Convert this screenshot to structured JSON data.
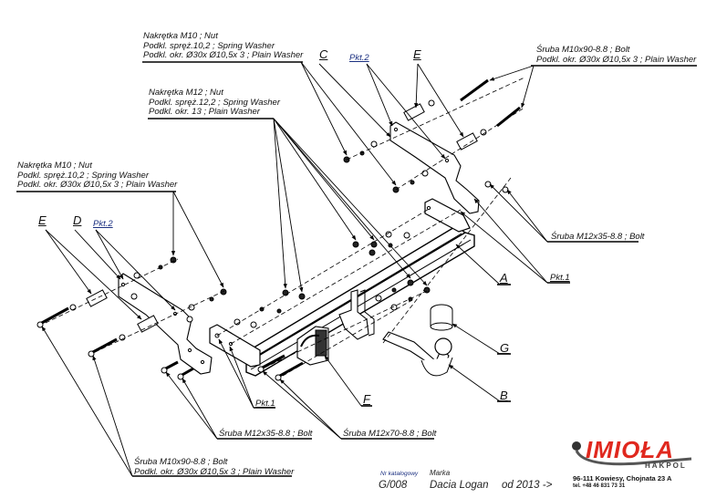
{
  "callouts": {
    "nut_m10_top": {
      "line1": "Nakrętka  M10 ; Nut",
      "line2": "Podkl. spręż.10,2 ; Spring Washer",
      "line3": "Podkl. okr.  Ø30x Ø10,5x 3 ; Plain Washer"
    },
    "nut_m12": {
      "line1": "Nakrętka  M12 ; Nut",
      "line2": "Podkl. spręż.12,2 ; Spring Washer",
      "line3": "Podkl. okr. 13 ; Plain Washer"
    },
    "bolt_m10_top_right": {
      "line1": "Śruba M10x90-8.8 ;  Bolt",
      "line2": "Podkl. okr.  Ø30x Ø10,5x 3 ; Plain Washer"
    },
    "nut_m10_left": {
      "line1": "Nakrętka  M10 ; Nut",
      "line2": "Podkl. spręż.10,2 ; Spring Washer",
      "line3": "Podkl. okr.  Ø30x Ø10,5x 3 ; Plain Washer"
    },
    "bolt_m12x35_right": "Śruba M12x35-8.8 ;  Bolt",
    "bolt_m12x35_bottom": "Śruba M12x35-8.8 ;  Bolt",
    "bolt_m12x70": "Śruba M12x70-8.8 ;  Bolt",
    "bolt_m10_bottom_left": {
      "line1": "Śruba M10x90-8.8 ;  Bolt",
      "line2": "Podkl. okr.  Ø30x Ø10,5x 3 ; Plain Washer"
    }
  },
  "part_letters": {
    "top_c": "C",
    "top_e": "E",
    "left_e": "E",
    "left_d": "D",
    "a": "A",
    "g": "G",
    "b": "B",
    "f": "F"
  },
  "points": {
    "pkt2_top": "Pkt.2",
    "pkt2_left": "Pkt.2",
    "pkt1_right": "Pkt.1",
    "pkt1_bottom": "Pkt.1"
  },
  "footer": {
    "catalog_label": "Nr katalogowy",
    "catalog_value": "G/008",
    "brand_label": "Marka",
    "brand_value": "Dacia Logan",
    "year": "od 2013 ->"
  },
  "company": {
    "logo": "IMIOŁA",
    "sub": "HAKPOL",
    "address": "96-111 Kowiesy, Chojnata 23 A",
    "phone": "tel. +48 46 831 73 31",
    "brand_color": "#e0281e"
  }
}
